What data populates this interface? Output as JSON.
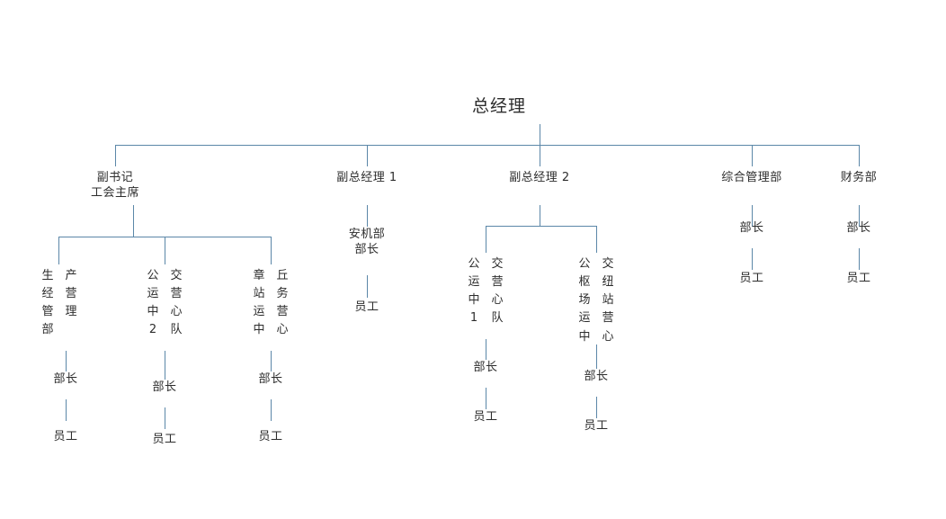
{
  "chart_title": "总经理",
  "colors": {
    "line": "#5b87a8",
    "text": "#2d2d2d",
    "background": "#ffffff"
  },
  "roles": {
    "director": "部长",
    "staff": "员工"
  },
  "root": {
    "label": "总经理"
  },
  "level2": [
    {
      "id": "deputy-secretary",
      "line1": "副书记",
      "line2": "工会主席"
    },
    {
      "id": "deputy-gm-1",
      "line1": "副总经理 1"
    },
    {
      "id": "deputy-gm-2",
      "line1": "副总经理 2"
    },
    {
      "id": "general-management-dept",
      "line1": "综合管理部"
    },
    {
      "id": "finance-dept",
      "line1": "财务部"
    }
  ],
  "departments": {
    "production_operation_management": {
      "id": "production-operation-management-dept",
      "col1": [
        "生",
        "经",
        "管",
        "部"
      ],
      "col2": [
        "产",
        "营",
        "理"
      ],
      "director": "部长",
      "staff": "员工"
    },
    "bus_operation_center_team2": {
      "id": "bus-operation-center-team-2",
      "col1": [
        "公",
        "运",
        "中",
        "2"
      ],
      "col2": [
        "交",
        "营",
        "心",
        "队"
      ],
      "director": "部长",
      "staff": "员工"
    },
    "zhangqiu_station_operation_center": {
      "id": "zhangqiu-station-operation-center",
      "col1": [
        "章",
        "站",
        "运",
        "中"
      ],
      "col2": [
        "丘",
        "务",
        "营",
        "心"
      ],
      "director": "部长",
      "staff": "员工"
    },
    "safety_machinery_dept": {
      "id": "safety-machinery-dept",
      "line1": "安机部",
      "line2": "部长",
      "staff": "员工"
    },
    "bus_operation_center_team1": {
      "id": "bus-operation-center-team-1",
      "col1": [
        "公",
        "运",
        "中",
        "1"
      ],
      "col2": [
        "交",
        "营",
        "心",
        "队"
      ],
      "director": "部长",
      "staff": "员工"
    },
    "bus_hub_station_operation_center": {
      "id": "bus-hub-station-operation-center",
      "col1": [
        "公",
        "枢",
        "场",
        "运",
        "中"
      ],
      "col2": [
        "交",
        "纽",
        "站",
        "营",
        "心"
      ],
      "director": "部长",
      "staff": "员工"
    },
    "general_management": {
      "id": "general-management-dept-roles",
      "director": "部长",
      "staff": "员工"
    },
    "finance": {
      "id": "finance-dept-roles",
      "director": "部长",
      "staff": "员工"
    }
  }
}
